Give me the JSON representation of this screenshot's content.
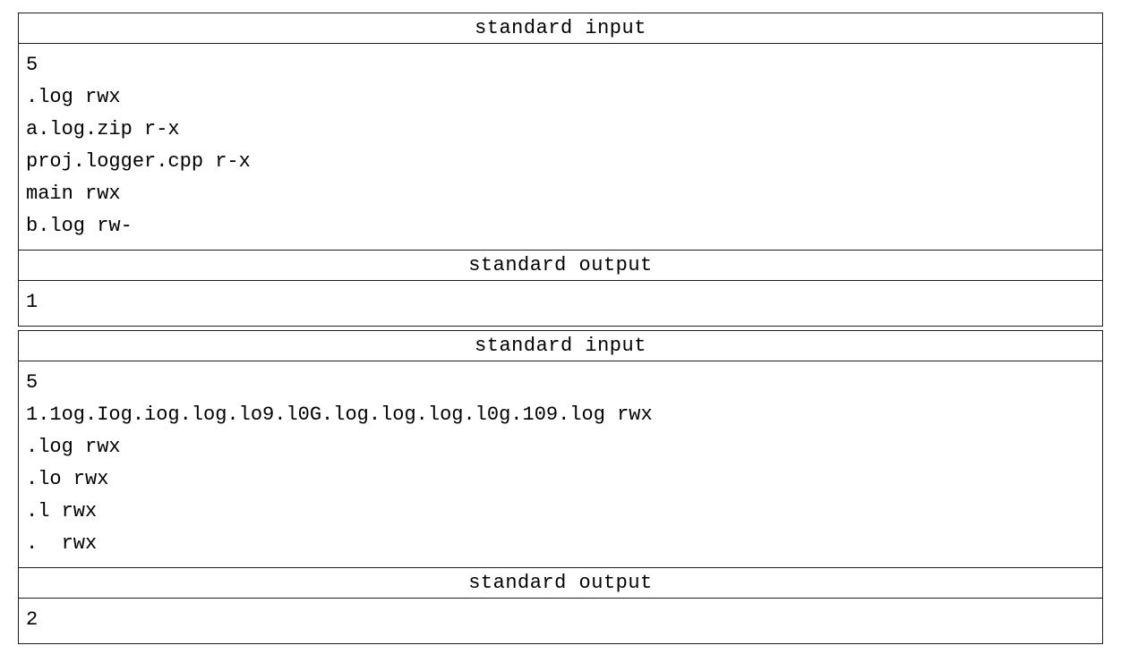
{
  "page": {
    "background": "#ffffff",
    "border_color": "#1c1c1c",
    "text_color": "#000000"
  },
  "examples": [
    {
      "input_header": "standard input",
      "output_header": "standard output",
      "input": "5\n.log rwx\na.log.zip r-x\nproj.logger.cpp r-x\nmain rwx\nb.log rw-",
      "output": "1"
    },
    {
      "input_header": "standard input",
      "output_header": "standard output",
      "input": "5\n1.1og.Iog.iog.log.lo9.l0G.log.log.log.l0g.109.log rwx\n.log rwx\n.lo rwx\n.l rwx\n.  rwx",
      "output": "2"
    }
  ]
}
